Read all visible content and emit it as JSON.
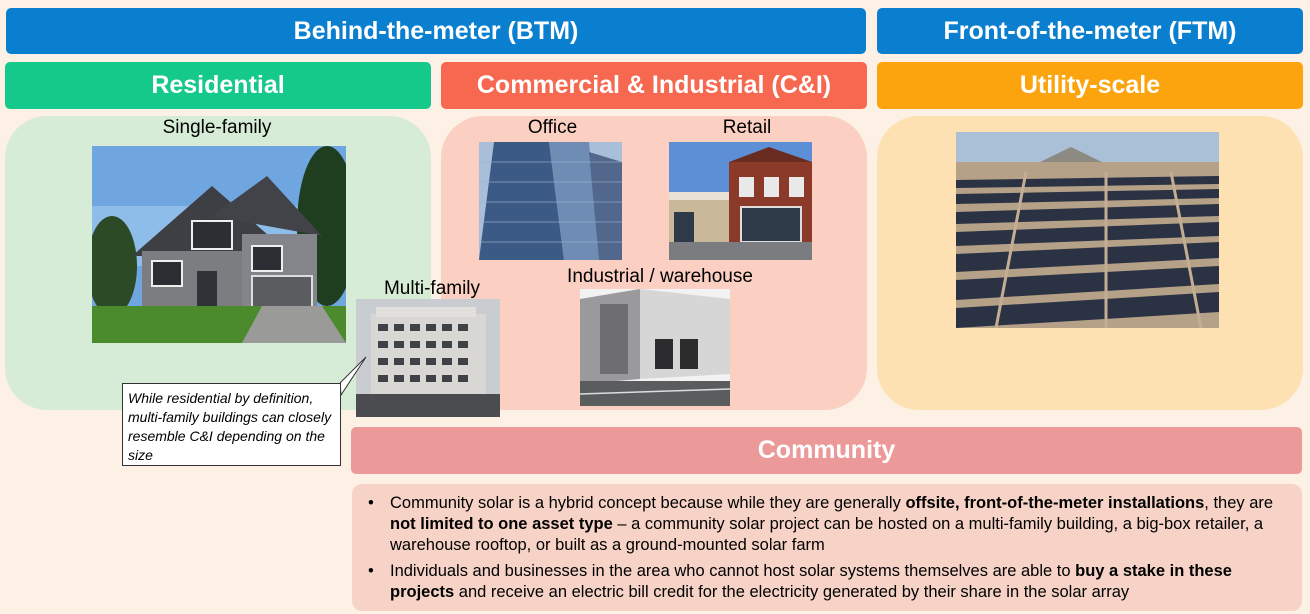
{
  "headers": {
    "btm": "Behind-the-meter (BTM)",
    "ftm": "Front-of-the-meter (FTM)"
  },
  "segments": {
    "residential": "Residential",
    "ci": "Commercial & Industrial (C&I)",
    "utility": "Utility-scale",
    "community": "Community"
  },
  "labels": {
    "single_family": "Single-family",
    "multi_family": "Multi-family",
    "office": "Office",
    "retail": "Retail",
    "industrial": "Industrial / warehouse"
  },
  "callout": "While residential by definition, multi-family buildings can closely resemble C&I depending on the size",
  "bullets": [
    [
      {
        "t": "Community solar is a hybrid concept because while they are generally ",
        "b": false
      },
      {
        "t": "offsite, front-of-the-meter installations",
        "b": true
      },
      {
        "t": ", they are ",
        "b": false
      },
      {
        "t": "not limited to one asset type",
        "b": true
      },
      {
        "t": " – a community solar project can be hosted on a multi-family building, a big-box retailer, a warehouse rooftop, or built as a ground-mounted solar farm",
        "b": false
      }
    ],
    [
      {
        "t": "Individuals and businesses in the area who cannot host solar systems themselves are able to ",
        "b": false
      },
      {
        "t": "buy a stake in these projects",
        "b": true
      },
      {
        "t": " and receive an electric bill credit for the electricity generated by their share in the solar array",
        "b": false
      }
    ]
  ],
  "colors": {
    "btm_blue": "#0a7fcf",
    "residential_green": "#14c98a",
    "ci_red": "#f76850",
    "utility_orange": "#fca40e",
    "community_pink": "#ec999a",
    "res_panel": "#d7ecd6",
    "ci_panel": "#fbd0c2",
    "util_panel": "#fde1b3"
  }
}
